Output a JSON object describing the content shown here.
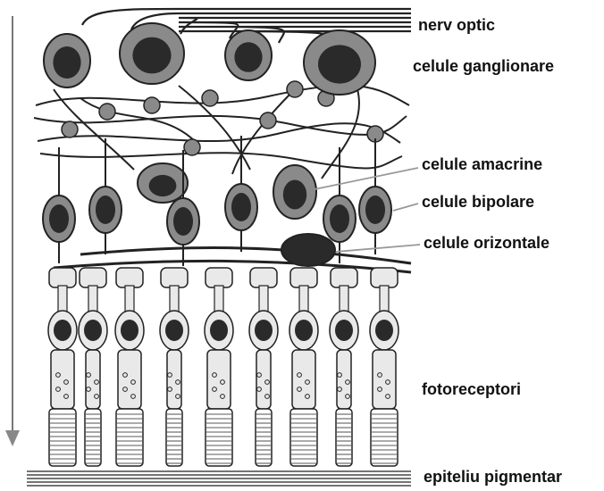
{
  "labels": {
    "nerv_optic": "nerv optic",
    "celule_ganglionare": "celule ganglionare",
    "celule_amacrine": "celule amacrine",
    "celule_bipolare": "celule bipolare",
    "celule_orizontale": "celule orizontale",
    "fotoreceptori": "fotoreceptori",
    "epiteliu_pigmentar": "epiteliu pigmentar"
  },
  "colors": {
    "cell_body": "#8a8a8a",
    "nucleus": "#2a2a2a",
    "receptor": "#e9e9e9",
    "outline": "#222222",
    "pointer": "#999999"
  }
}
